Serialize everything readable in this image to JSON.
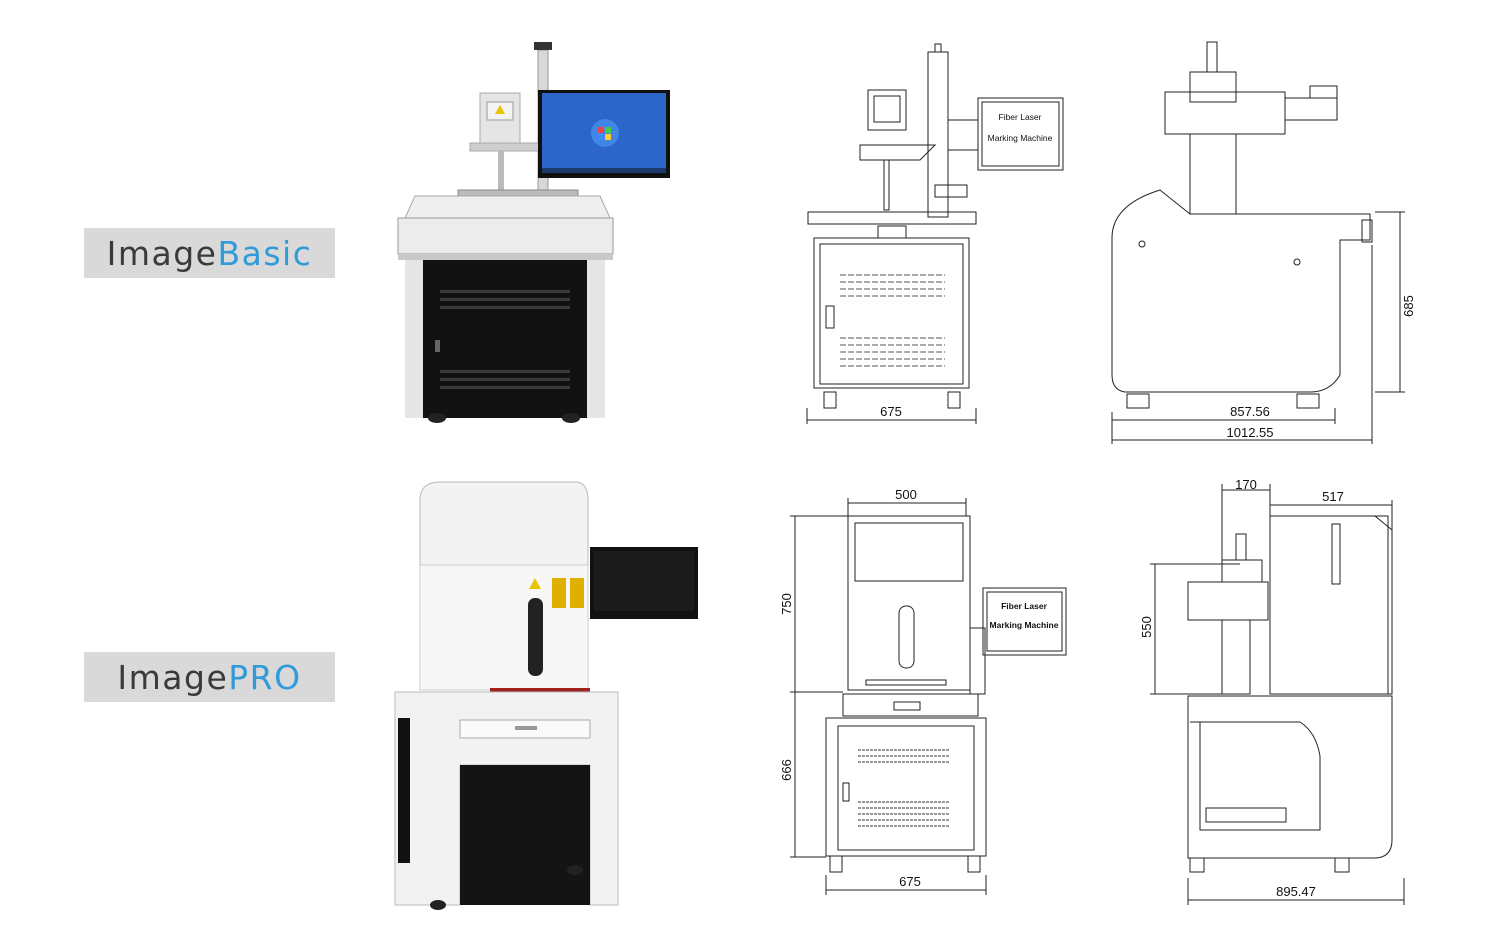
{
  "products": [
    {
      "name_part1": "Image",
      "name_part2": "Basic"
    },
    {
      "name_part1": "Image",
      "name_part2": "PRO"
    }
  ],
  "basic_front": {
    "screen_line1": "Fiber Laser",
    "screen_line2": "Marking Machine",
    "width": "675"
  },
  "basic_side": {
    "height": "685",
    "depth": "857.56",
    "total_depth": "1012.55"
  },
  "pro_front": {
    "top_width": "500",
    "upper_height": "750",
    "lower_height": "666",
    "width": "675",
    "screen_line1": "Fiber Laser",
    "screen_line2": "Marking Machine"
  },
  "pro_side": {
    "head_width": "170",
    "top_depth": "517",
    "column_height": "550",
    "depth": "895.47"
  },
  "colors": {
    "label_bg": "#d9d9d9",
    "label_dark": "#3a3a3a",
    "label_accent": "#2f9bd8"
  }
}
